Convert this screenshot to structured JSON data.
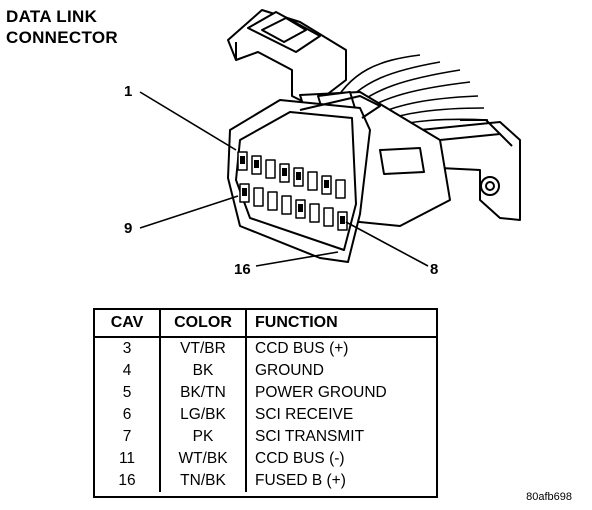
{
  "title_lines": [
    "DATA LINK",
    "CONNECTOR"
  ],
  "pin_callouts": {
    "pin1": "1",
    "pin9": "9",
    "pin16": "16",
    "pin8": "8"
  },
  "table": {
    "headers": [
      "CAV",
      "COLOR",
      "FUNCTION"
    ],
    "rows": [
      [
        "3",
        "VT/BR",
        "CCD BUS (+)"
      ],
      [
        "4",
        "BK",
        "GROUND"
      ],
      [
        "5",
        "BK/TN",
        "POWER GROUND"
      ],
      [
        "6",
        "LG/BK",
        "SCI RECEIVE"
      ],
      [
        "7",
        "PK",
        "SCI TRANSMIT"
      ],
      [
        "11",
        "WT/BK",
        "CCD BUS (-)"
      ],
      [
        "16",
        "TN/BK",
        "FUSED B (+)"
      ]
    ]
  },
  "figure_id": "80afb698"
}
